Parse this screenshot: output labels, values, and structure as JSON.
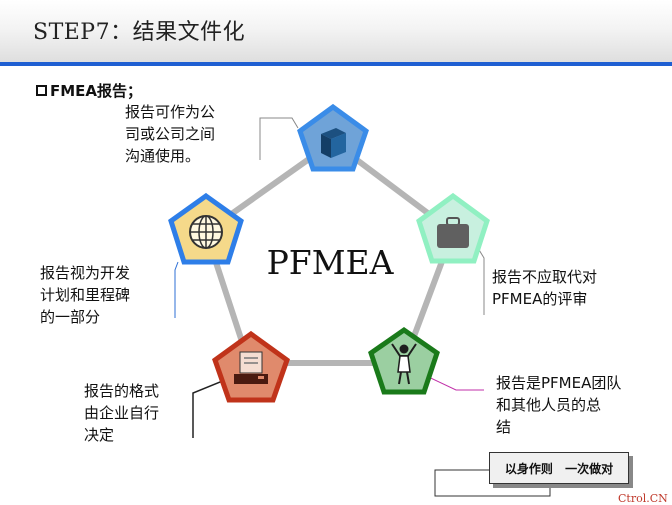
{
  "header": {
    "title": "STEP7：结果文件化"
  },
  "section": {
    "title": "FMEA报告；"
  },
  "diagram": {
    "center_label": "PFMEA",
    "nodes": [
      {
        "id": "top",
        "icon": "cube-icon",
        "fill": "#6fa3d8",
        "border": "#3a8ce8",
        "note": [
          "报告可作为公",
          "司或公司之间",
          "沟通使用。"
        ]
      },
      {
        "id": "right",
        "icon": "briefcase-icon",
        "fill": "#c8f0df",
        "border": "#90f0c2",
        "note": [
          "报告不应取代对",
          "PFMEA的评审"
        ]
      },
      {
        "id": "bottom-right",
        "icon": "person-icon",
        "fill": "#9bcfa1",
        "border": "#1a7a1a",
        "note": [
          "报告是PFMEA团队",
          "和其他人员的总",
          "结"
        ]
      },
      {
        "id": "bottom-left",
        "icon": "computer-icon",
        "fill": "#e08a6c",
        "border": "#c0331a",
        "note": [
          "报告的格式",
          "由企业自行",
          "决定"
        ]
      },
      {
        "id": "left",
        "icon": "globe-icon",
        "fill": "#f5d98a",
        "border": "#2e7ee8",
        "note": [
          "报告视为开发",
          "计划和里程碑",
          "的一部分"
        ]
      }
    ]
  },
  "badge": {
    "text": "以身作则 一次做对"
  },
  "watermark": {
    "text": "Ctrol.CN"
  }
}
